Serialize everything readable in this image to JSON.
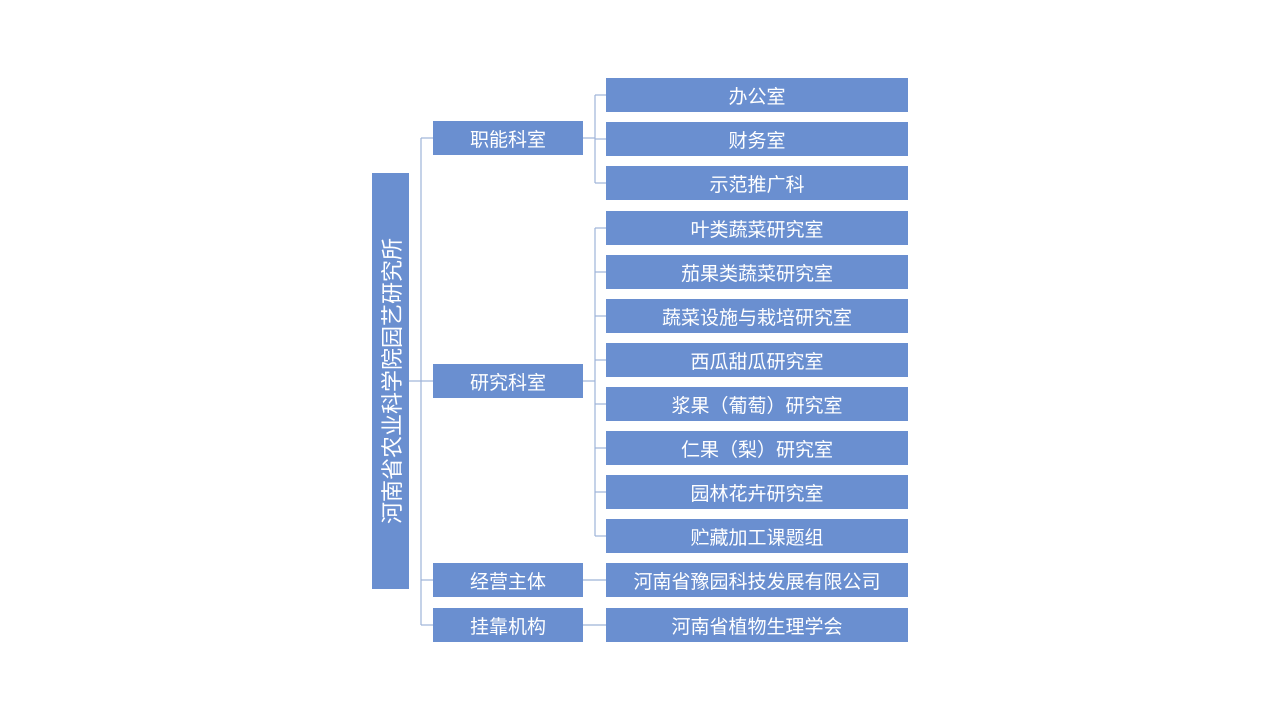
{
  "colors": {
    "box": "#6a8fd0",
    "text": "#ffffff",
    "connector": "#9eb3d8"
  },
  "root": {
    "label": "河南省农业科学院园艺研究所"
  },
  "branches": [
    {
      "label": "职能科室",
      "children": [
        "办公室",
        "财务室",
        "示范推广科"
      ]
    },
    {
      "label": "研究科室",
      "children": [
        "叶类蔬菜研究室",
        "茄果类蔬菜研究室",
        "蔬菜设施与栽培研究室",
        "西瓜甜瓜研究室",
        "浆果（葡萄）研究室",
        "仁果（梨）研究室",
        "园林花卉研究室",
        "贮藏加工课题组"
      ]
    },
    {
      "label": "经营主体",
      "children": [
        "河南省豫园科技发展有限公司"
      ]
    },
    {
      "label": "挂靠机构",
      "children": [
        "河南省植物生理学会"
      ]
    }
  ]
}
